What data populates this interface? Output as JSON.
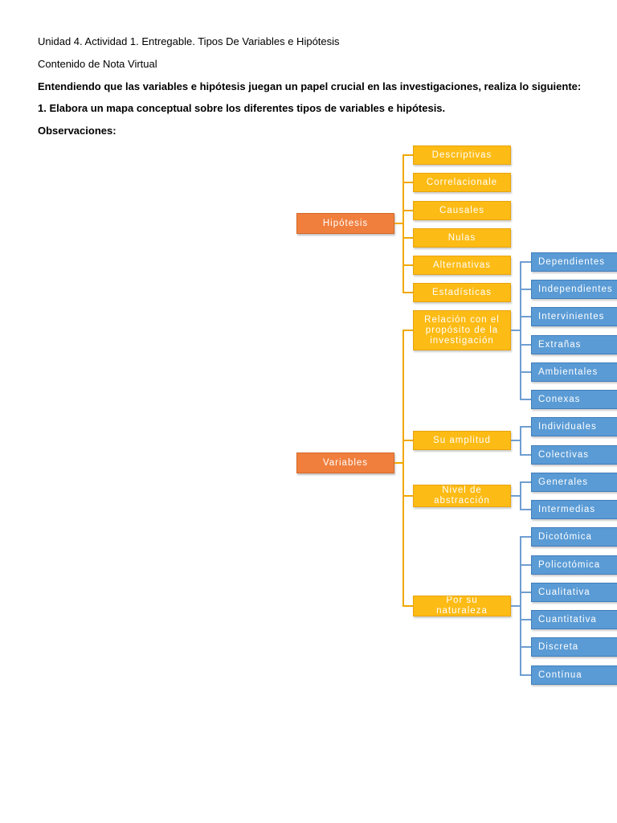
{
  "document": {
    "line1": "Unidad 4. Actividad 1. Entregable. Tipos De Variables e Hipótesis",
    "line2": "Contenido de Nota Virtual",
    "line3": "Entendiendo que las variables e hipótesis juegan un papel crucial en las investigaciones, realiza lo siguiente:",
    "line4": "1. Elabora un mapa conceptual sobre los diferentes tipos de variables e hipótesis.",
    "line5": "Observaciones:"
  },
  "map": {
    "hipotesis": {
      "label": "Hipótesis",
      "children": [
        "Descriptivas",
        "Correlacionale",
        "Causales",
        "Nulas",
        "Alternativas",
        "Estadísticas"
      ]
    },
    "variables": {
      "label": "Variables",
      "groups": [
        {
          "label": "Relación con el\npropósito de la\ninvestigación",
          "children": [
            "Dependientes",
            "Independientes",
            "Intervinientes",
            "Extrañas",
            "Ambientales",
            "Conexas"
          ]
        },
        {
          "label": "Su amplitud",
          "children": [
            "Individuales",
            "Colectivas"
          ]
        },
        {
          "label": "Nivel de\nabstracción",
          "children": [
            "Generales",
            "Intermedias"
          ]
        },
        {
          "label": "Por su\nnaturaleza",
          "children": [
            "Dicotómica",
            "Policotómica",
            "Cualitativa",
            "Cuantitativa",
            "Discreta",
            "Contínua"
          ]
        }
      ]
    }
  }
}
